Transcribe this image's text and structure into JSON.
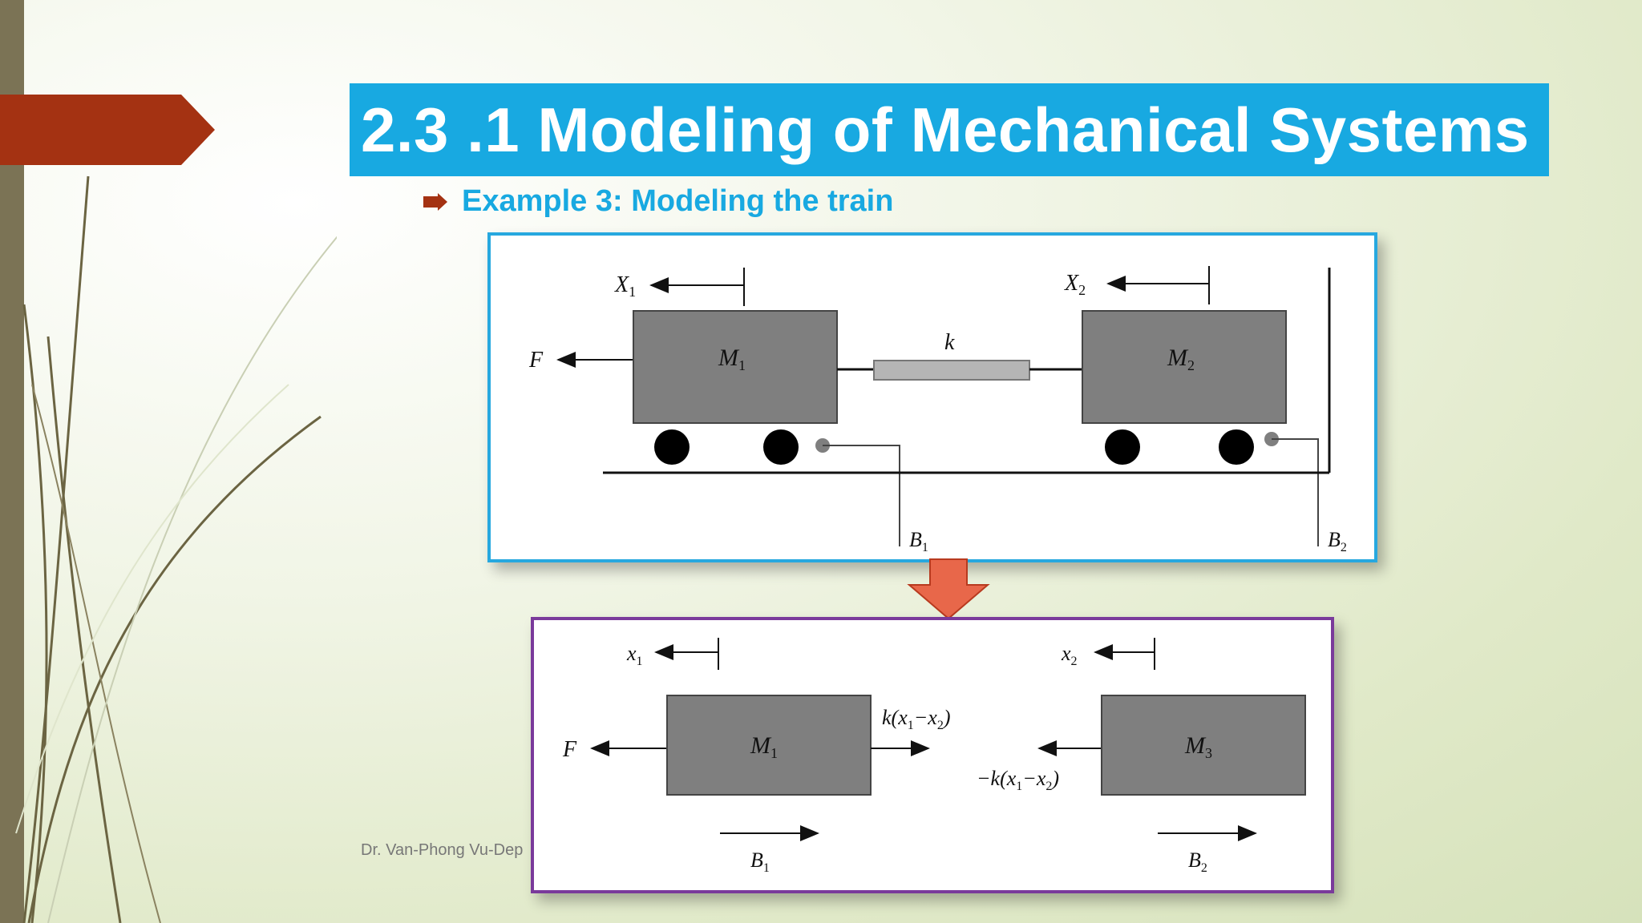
{
  "slide": {
    "title": "2.3 .1 Modeling of Mechanical Systems",
    "subtitle": "Example 3: Modeling the train",
    "footer": "Dr. Van-Phong Vu-Dep",
    "accent_color": "#18a9e1",
    "tab_color": "#a43212",
    "bar_color": "#7b7355"
  },
  "figure_top": {
    "x1_label": "X",
    "x1_sub": "1",
    "x2_label": "X",
    "x2_sub": "2",
    "force_label": "F",
    "mass1_label": "M",
    "mass1_sub": "1",
    "mass2_label": "M",
    "mass2_sub": "2",
    "spring_label": "k",
    "damper1_label": "B",
    "damper1_sub": "1",
    "damper2_label": "B",
    "damper2_sub": "2"
  },
  "figure_bottom": {
    "x1_label": "x",
    "x1_sub": "1",
    "x2_label": "x",
    "x2_sub": "2",
    "force_label": "F",
    "mass1_label": "M",
    "mass1_sub": "1",
    "mass3_label": "M",
    "mass3_sub": "3",
    "spring_force_pos": "k(x",
    "spring_force_pos_mid": "−x",
    "spring_force_neg": "−k(x",
    "spring_force_neg_mid": "−x",
    "sub1": "1",
    "sub2": "2",
    "paren_close": ")",
    "b1_label": "B",
    "b1_sub": "1",
    "b2_label": "B",
    "b2_sub": "2"
  },
  "icons": {
    "bullet": "arrow-bullet-icon",
    "transform": "down-arrow-icon",
    "tab": "chevron-tab-icon"
  }
}
